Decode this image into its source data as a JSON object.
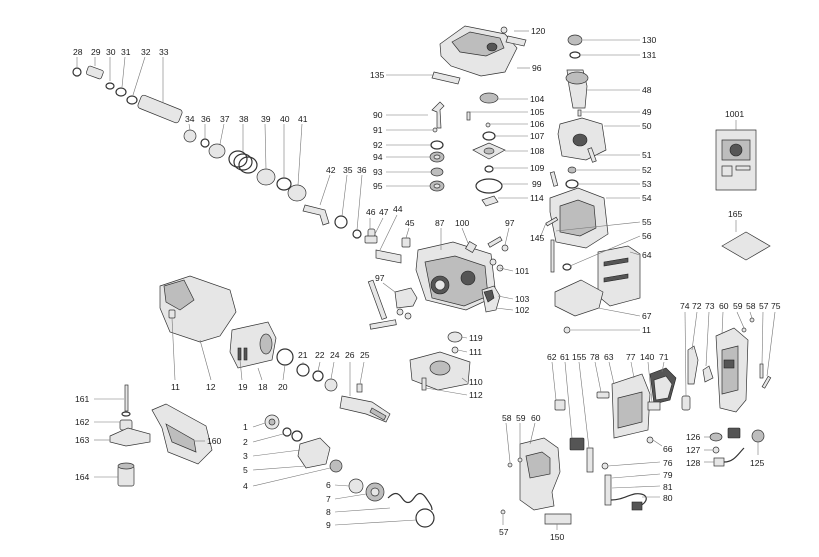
{
  "labels": {
    "l28": "28",
    "l29": "29",
    "l30": "30",
    "l31": "31",
    "l32": "32",
    "l33": "33",
    "l34": "34",
    "l36a": "36",
    "l37": "37",
    "l38": "38",
    "l39": "39",
    "l40": "40",
    "l41": "41",
    "l42": "42",
    "l35": "35",
    "l36b": "36",
    "l46": "46",
    "l47": "47",
    "l44": "44",
    "l45": "45",
    "l87": "87",
    "l100": "100",
    "l97a": "97",
    "l101": "101",
    "l97b": "97",
    "l103": "103",
    "l102": "102",
    "l119": "119",
    "l111": "111",
    "l110": "110",
    "l112": "112",
    "l120": "120",
    "l96": "96",
    "l135": "135",
    "l104": "104",
    "l105": "105",
    "l106": "106",
    "l90": "90",
    "l91": "91",
    "l107": "107",
    "l92": "92",
    "l108": "108",
    "l94": "94",
    "l109": "109",
    "l93": "93",
    "l99": "99",
    "l95": "95",
    "l114": "114",
    "l130": "130",
    "l131": "131",
    "l48": "48",
    "l49": "49",
    "l50": "50",
    "l51": "51",
    "l52": "52",
    "l53": "53",
    "l54": "54",
    "l55": "55",
    "l56": "56",
    "l145": "145",
    "l64": "64",
    "l67": "67",
    "l11a": "11",
    "l1001": "1001",
    "l165": "165",
    "l74": "74",
    "l72": "72",
    "l73": "73",
    "l60a": "60",
    "l59a": "59",
    "l58a": "58",
    "l57": "57",
    "l75": "75",
    "l62": "62",
    "l61": "61",
    "l155": "155",
    "l78": "78",
    "l63": "63",
    "l77": "77",
    "l140": "140",
    "l71": "71",
    "l126": "126",
    "l127": "127",
    "l128": "128",
    "l125": "125",
    "l58b": "58",
    "l59b": "59",
    "l60b": "60",
    "l66": "66",
    "l76": "76",
    "l79": "79",
    "l81": "81",
    "l80": "80",
    "l57b": "57",
    "l150": "150",
    "l11b": "11",
    "l12": "12",
    "l19": "19",
    "l18": "18",
    "l20": "20",
    "l21": "21",
    "l22": "22",
    "l24": "24",
    "l26": "26",
    "l25": "25",
    "l161": "161",
    "l162": "162",
    "l163": "163",
    "l160": "160",
    "l164": "164",
    "l1": "1",
    "l2": "2",
    "l3": "3",
    "l5": "5",
    "l4": "4",
    "l6": "6",
    "l7": "7",
    "l8": "8",
    "l9": "9"
  }
}
